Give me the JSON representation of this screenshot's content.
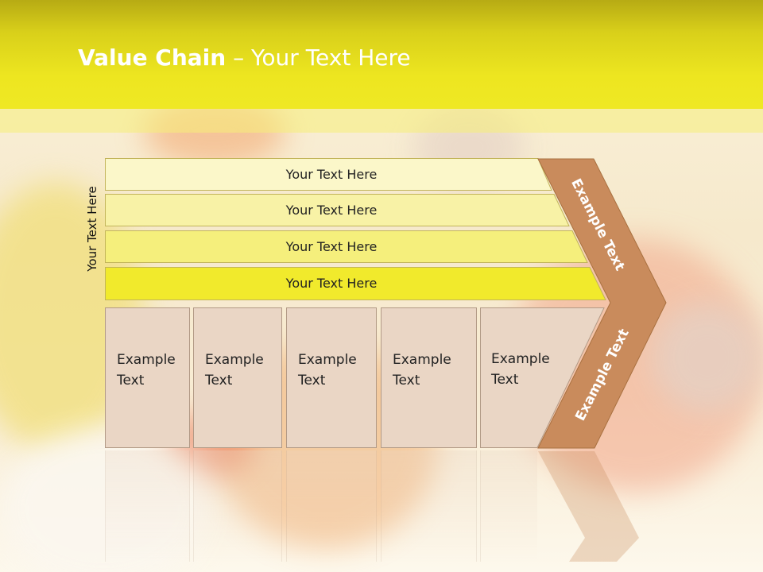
{
  "slide": {
    "title_bold": "Value Chain",
    "title_rest": " – Your Text Here",
    "side_label": "Your Text Here",
    "bars": [
      {
        "label": "Your Text Here",
        "color": "#fbf7c9"
      },
      {
        "label": "Your Text Here",
        "color": "#f8f2a6"
      },
      {
        "label": "Your Text Here",
        "color": "#f5ef7c"
      },
      {
        "label": "Your Text Here",
        "color": "#f1ea2c"
      }
    ],
    "boxes": [
      {
        "line1": "Example",
        "line2": "Text"
      },
      {
        "line1": "Example",
        "line2": "Text"
      },
      {
        "line1": "Example",
        "line2": "Text"
      },
      {
        "line1": "Example",
        "line2": "Text"
      },
      {
        "line1": "Example",
        "line2": "Text"
      }
    ],
    "chevron_top": "Example Text",
    "chevron_bottom": "Example Text",
    "colors": {
      "header": "#ede620",
      "chevron": "#c98b5c",
      "box": "#ead6c5"
    }
  }
}
